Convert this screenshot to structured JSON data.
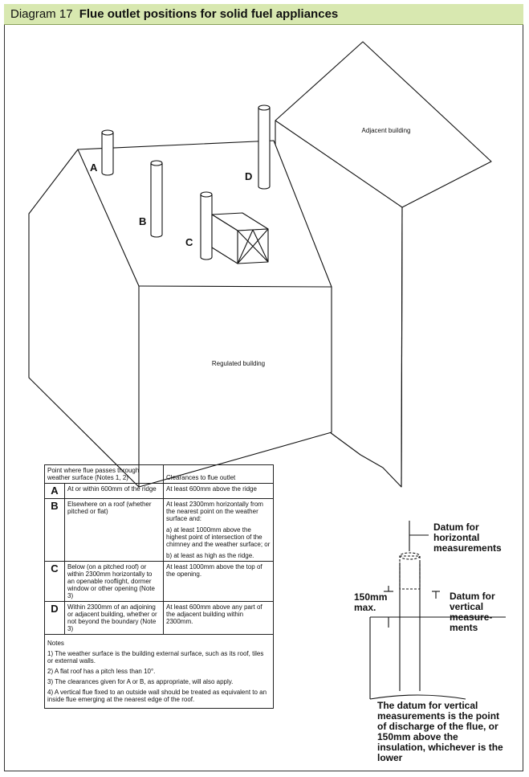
{
  "title": {
    "number": "Diagram 17",
    "text": "Flue outlet positions for solid fuel appliances"
  },
  "buildings": {
    "adjacent": "Adjacent building",
    "regulated": "Regulated building"
  },
  "flue_labels": {
    "a": "A",
    "b": "B",
    "c": "C",
    "d": "D"
  },
  "table": {
    "header_left": "Point where flue passes through weather surface (Notes 1, 2)",
    "header_right": "Clearances to flue outlet",
    "rows": [
      {
        "letter": "A",
        "where": "At or within 600mm of the ridge",
        "clearance": "At least 600mm above the ridge"
      },
      {
        "letter": "B",
        "where": "Elsewhere on a roof (whether pitched or flat)",
        "clearance": "At least 2300mm horizontally from the nearest point on the weather surface and:",
        "clearance_a": "a) at least 1000mm above the highest point of intersection of the chimney and the weather surface; or",
        "clearance_b": "b) at least as high as the ridge."
      },
      {
        "letter": "C",
        "where": "Below (on a pitched roof) or within 2300mm horizontally to an openable rooflight, dormer window or other opening (Note 3)",
        "clearance": "At least 1000mm above the top of the opening."
      },
      {
        "letter": "D",
        "where": "Within 2300mm of an adjoining or adjacent building, whether or not beyond the boundary (Note 3)",
        "clearance": "At least 600mm above any part of the adjacent building within 2300mm."
      }
    ],
    "notes_title": "Notes",
    "notes": [
      "1) The weather surface is the building external surface, such as its roof, tiles or external walls.",
      "2) A flat roof has a pitch less than 10°.",
      "3) The clearances given for A or B, as appropriate, will also apply.",
      "4) A vertical flue fixed to an outside wall should be treated as equivalent to an inside flue emerging at the nearest edge of the roof."
    ]
  },
  "detail": {
    "datum_horizontal": "Datum for horizontal measurements",
    "datum_vertical": "Datum for vertical measure-ments",
    "dim_value": "150mm",
    "dim_max": "max.",
    "caption": "The datum for vertical measurements is the point of discharge of the flue, or 150mm above the insulation, whichever is the lower"
  }
}
